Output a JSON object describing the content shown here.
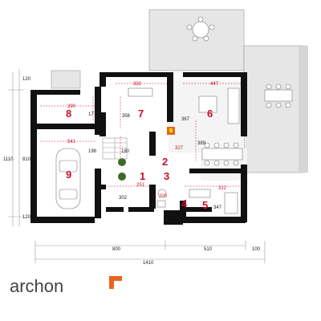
{
  "plan": {
    "rooms": [
      {
        "number": "1",
        "area": "251"
      },
      {
        "number": "2",
        "area": "327"
      },
      {
        "number": "3",
        "area": "200"
      },
      {
        "number": "4",
        "area": ""
      },
      {
        "number": "5",
        "area": "322"
      },
      {
        "number": "6",
        "area": "447"
      },
      {
        "number": "7",
        "area": "332"
      },
      {
        "number": "8",
        "area": "390"
      },
      {
        "number": "9",
        "area": "541"
      }
    ],
    "inner_dims": [
      "356",
      "180",
      "389",
      "177",
      "198",
      "347",
      "302",
      "367"
    ],
    "dims_bottom": [
      "800",
      "510",
      "100",
      "1410"
    ],
    "dims_left": [
      "120",
      "810",
      "1110",
      "120"
    ]
  },
  "brand": {
    "name": "archon",
    "logo_color": "#e8641e",
    "accent_color": "#c8102e"
  }
}
